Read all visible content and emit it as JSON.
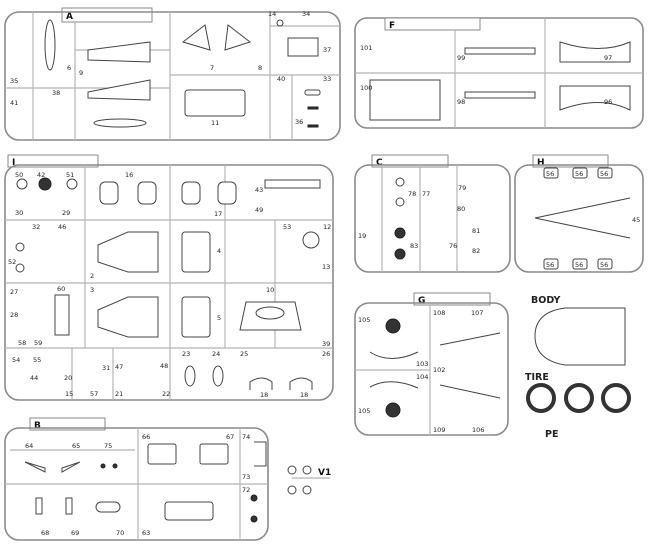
{
  "sprues": {
    "A": {
      "title": "A",
      "labels": [
        "35",
        "41",
        "38",
        "6",
        "9",
        "7",
        "8",
        "11",
        "14",
        "34",
        "37",
        "40",
        "33",
        "36"
      ]
    },
    "F": {
      "title": "F",
      "labels": [
        "101",
        "100",
        "99",
        "98",
        "97",
        "96"
      ]
    },
    "I": {
      "title": "I",
      "labels": [
        "50",
        "42",
        "51",
        "16",
        "30",
        "29",
        "17",
        "43",
        "49",
        "32",
        "46",
        "53",
        "12",
        "52",
        "2",
        "4",
        "13",
        "27",
        "60",
        "3",
        "10",
        "28",
        "5",
        "58",
        "59",
        "39",
        "54",
        "55",
        "31",
        "47",
        "48",
        "44",
        "20",
        "23",
        "24",
        "25",
        "26",
        "15",
        "57",
        "21",
        "22",
        "18",
        "18"
      ]
    },
    "C": {
      "title": "C",
      "labels": [
        "78",
        "77",
        "79",
        "80",
        "19",
        "83",
        "76",
        "81",
        "82"
      ]
    },
    "H": {
      "title": "H",
      "labels": [
        "56",
        "56",
        "56",
        "56",
        "56",
        "56",
        "45"
      ]
    },
    "G": {
      "title": "G",
      "labels": [
        "105",
        "108",
        "107",
        "103",
        "102",
        "104",
        "105",
        "109",
        "106"
      ]
    },
    "B": {
      "title": "B",
      "labels": [
        "64",
        "65",
        "75",
        "66",
        "67",
        "74",
        "73",
        "72",
        "68",
        "69",
        "70",
        "63"
      ]
    },
    "V1": {
      "title": "V1"
    }
  },
  "extras": {
    "body": "BODY",
    "tire": "TIRE",
    "pe": "PE"
  }
}
